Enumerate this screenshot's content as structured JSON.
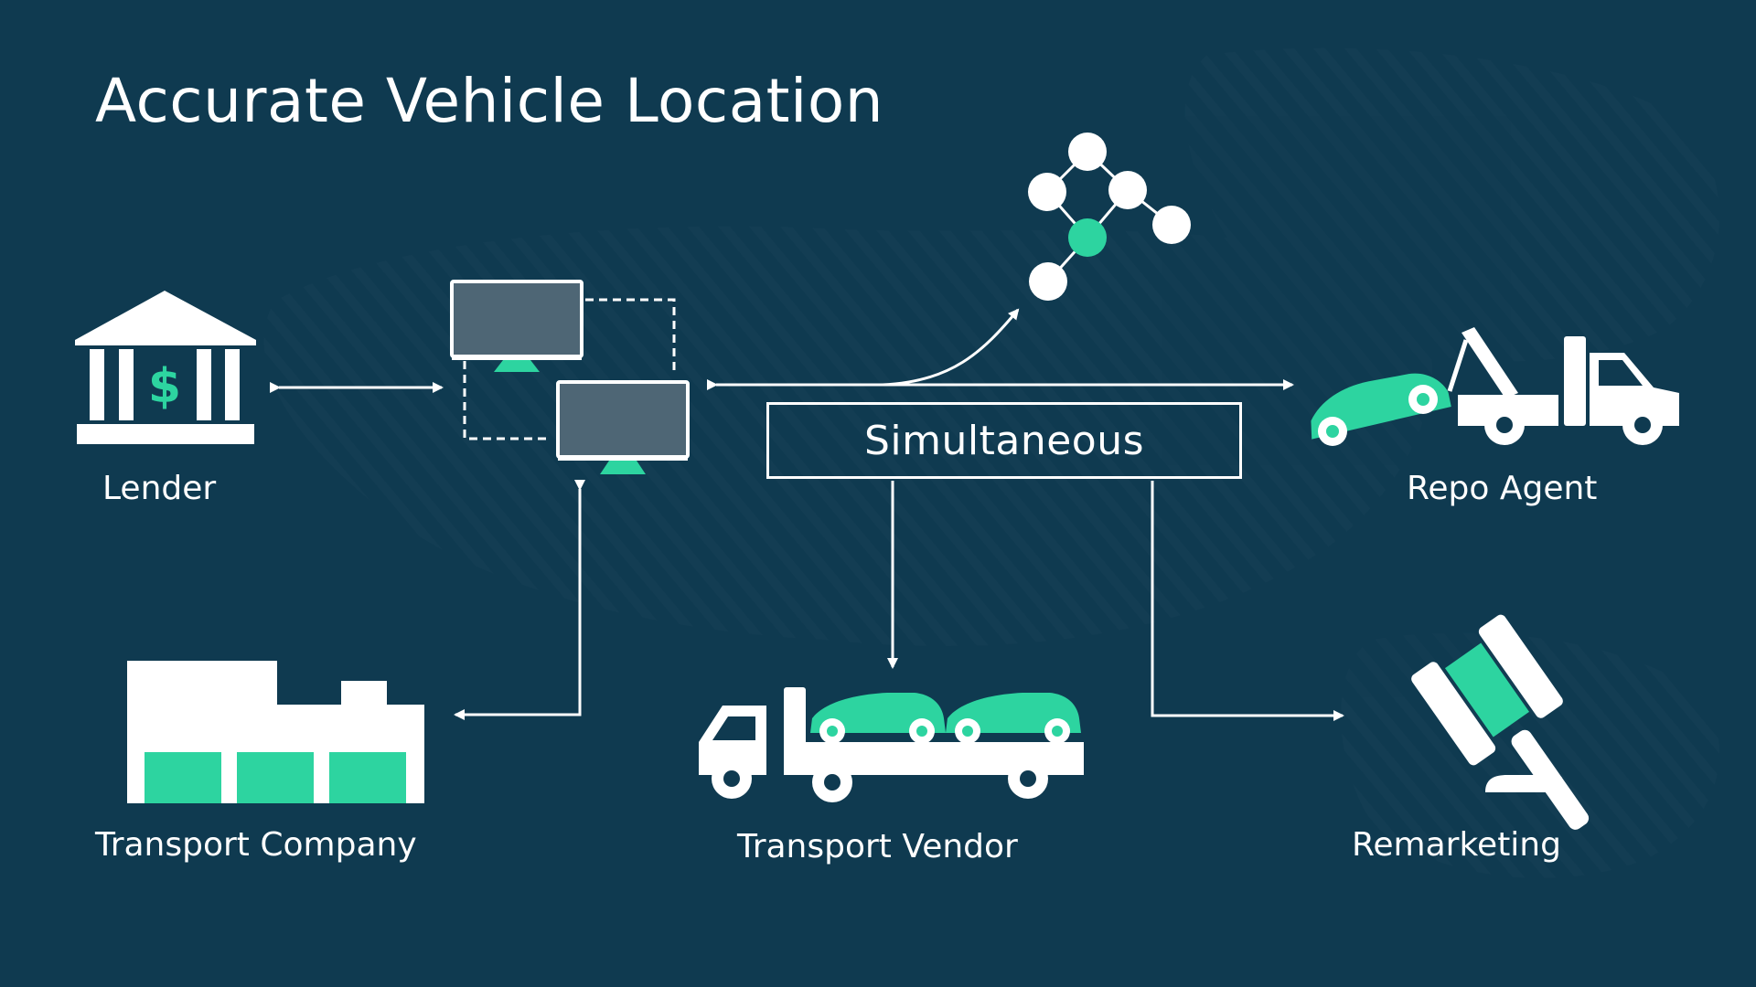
{
  "title": "Accurate Vehicle Location",
  "center_label": "Simultaneous",
  "nodes": {
    "lender": {
      "label": "Lender",
      "icon": "bank-icon"
    },
    "transport_company": {
      "label": "Transport Company",
      "icon": "warehouse-icon"
    },
    "computers": {
      "icon": "networked-computers-icon"
    },
    "network": {
      "icon": "node-network-icon"
    },
    "repo_agent": {
      "label": "Repo Agent",
      "icon": "tow-truck-icon"
    },
    "transport_vendor": {
      "label": "Transport Vendor",
      "icon": "car-carrier-icon"
    },
    "remarketing": {
      "label": "Remarketing",
      "icon": "gavel-icon"
    }
  },
  "colors": {
    "background": "#0f3a50",
    "foreground": "#ffffff",
    "accent": "#2dd4a0",
    "screen": "#4e6675"
  }
}
